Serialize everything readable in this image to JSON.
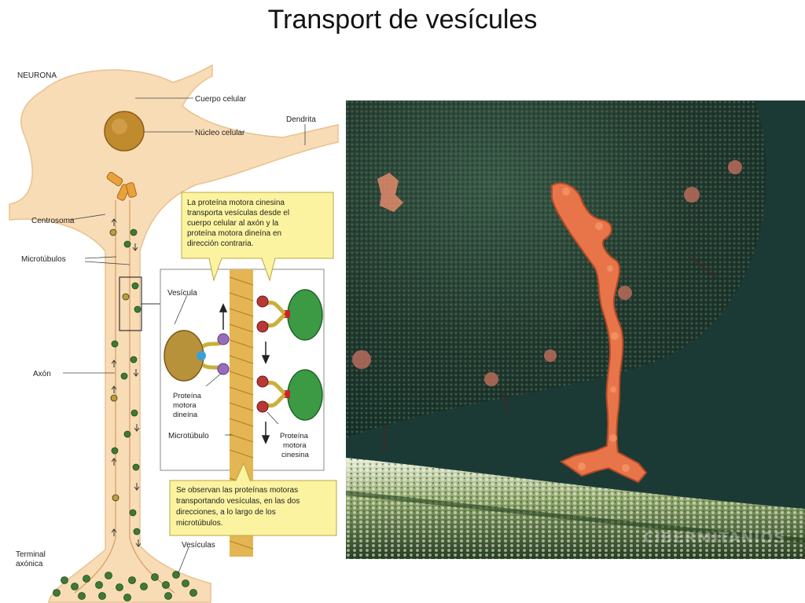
{
  "slide": {
    "title": "Transport de vesícules"
  },
  "diagram": {
    "labels": {
      "neurona": "NEURONA",
      "cuerpo": "Cuerpo celular",
      "nucleo": "Núcleo celular",
      "dendrita": "Dendrita",
      "centrosoma": "Centrosoma",
      "microtubulos": "Microtúbulos",
      "axon": "Axón",
      "terminal_1": "Terminal",
      "terminal_2": "axónica",
      "vesiculas": "Vesículas",
      "vesicula": "Vesícula",
      "microtubulo": "Microtúbulo",
      "dineina": [
        "Proteína",
        "motora",
        "dineína"
      ],
      "cinesina": [
        "Proteína",
        "motora",
        "cinesina"
      ]
    },
    "callout_top": [
      "La proteína motora cinesina",
      "transporta vesículas desde el",
      "cuerpo celular al axón y la",
      "proteína motora dineína en",
      "dirección contraria."
    ],
    "callout_bottom": [
      "Se observan las proteínas motoras",
      "transportando vesículas, en las dos",
      "direcciones, a lo largo de los",
      "microtúbulos."
    ],
    "colors": {
      "cell": "#f8dcb6",
      "cell_edge": "#e9c18f",
      "vesicle": "#3f7a35",
      "callout": "#fbf3a0",
      "nucleus": "#c08a2e"
    }
  },
  "render": {
    "watermark": "CIBERMITANIOS"
  }
}
